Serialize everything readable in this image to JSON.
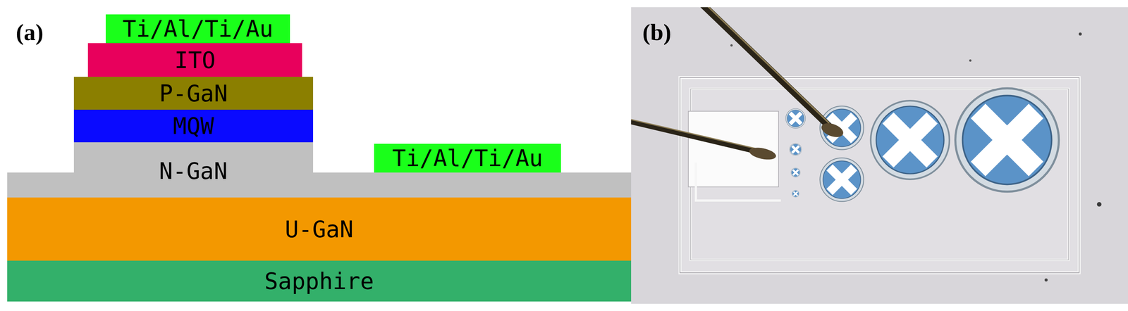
{
  "diagram": {
    "nodes": [
      {
        "text": [
          "Ti/Al/Ti/Au"
        ]
      },
      {
        "text": [
          "ITO"
        ]
      },
      {
        "text": [
          "P-GaN"
        ]
      },
      {
        "text": [
          "MQW"
        ]
      },
      {
        "text": [
          "N-GaN"
        ]
      },
      {
        "text": [
          "Ti/Al/Ti/Au"
        ]
      },
      {
        "text": [
          "U-GaN"
        ]
      },
      {
        "text": [
          "Sapphire"
        ]
      }
    ],
    "labels": [
      "(a)",
      "(b)"
    ]
  }
}
